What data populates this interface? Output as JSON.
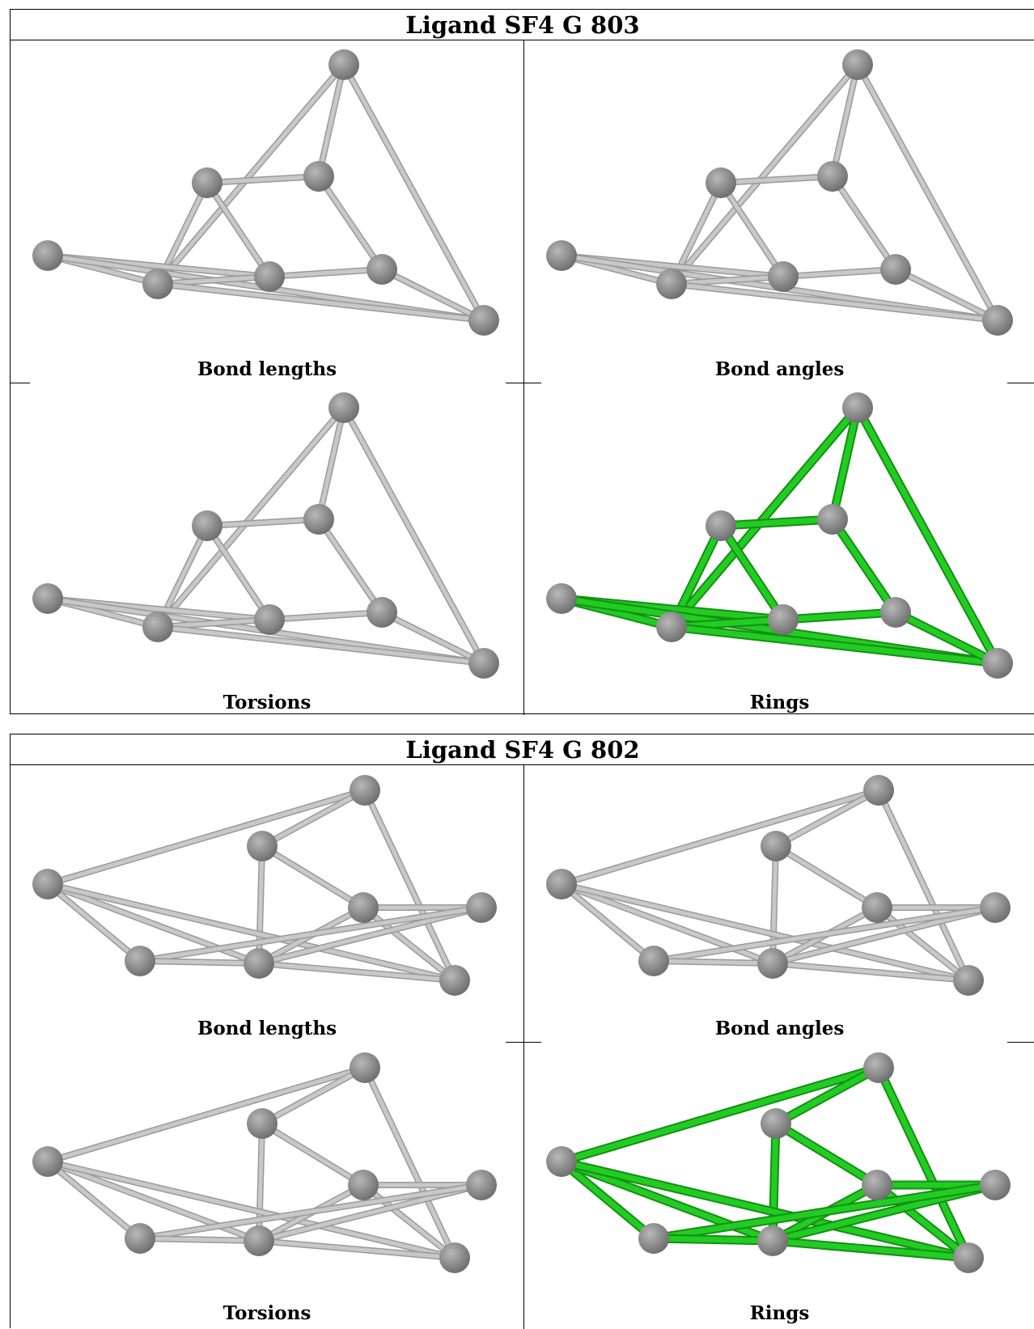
{
  "colors": {
    "atom": "#707070",
    "atom_highlight": "#b8b8b8",
    "bond_gray": "#c8c8c8",
    "bond_gray_dark": "#9a9a9a",
    "bond_green": "#22cc22",
    "bond_green_dark": "#148f14"
  },
  "blocks": [
    {
      "title": "Ligand SF4 G 803",
      "panels": [
        {
          "caption": "Bond lengths",
          "bond_style": "gray"
        },
        {
          "caption": "Bond angles",
          "bond_style": "gray"
        },
        {
          "caption": "Torsions",
          "bond_style": "gray"
        },
        {
          "caption": "Rings",
          "bond_style": "green"
        }
      ]
    },
    {
      "title": "Ligand SF4 G 802",
      "panels": [
        {
          "caption": "Bond lengths",
          "bond_style": "gray"
        },
        {
          "caption": "Bond angles",
          "bond_style": "gray"
        },
        {
          "caption": "Torsions",
          "bond_style": "gray"
        },
        {
          "caption": "Rings",
          "bond_style": "green"
        }
      ]
    }
  ]
}
